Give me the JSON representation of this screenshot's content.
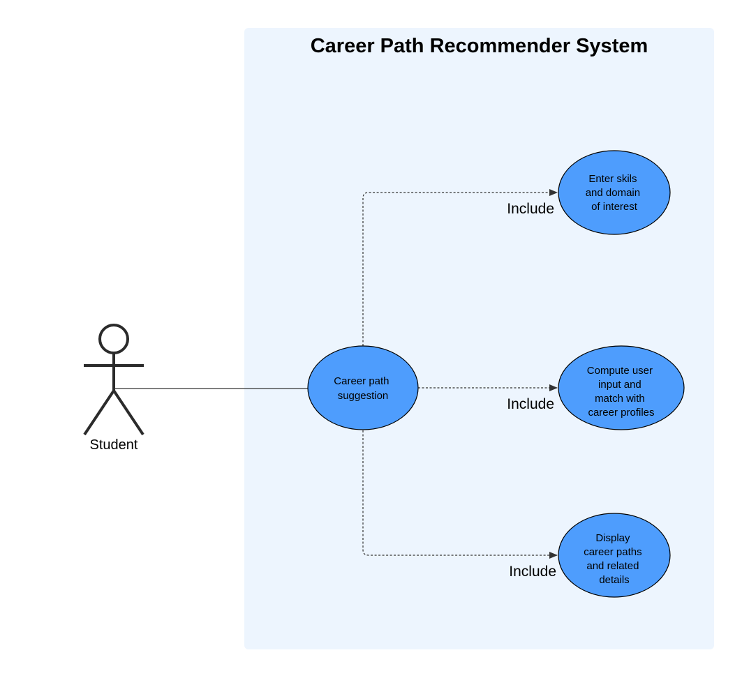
{
  "system": {
    "title": "Career Path Recommender System"
  },
  "actor": {
    "label": "Student"
  },
  "use_cases": {
    "main": {
      "lines": [
        "Career path",
        "suggestion"
      ]
    },
    "enter": {
      "lines": [
        "Enter skils",
        "and domain",
        "of interest"
      ]
    },
    "compute": {
      "lines": [
        "Compute user",
        "input and",
        "match with",
        "career profiles"
      ]
    },
    "display": {
      "lines": [
        "Display",
        "career paths",
        "and related",
        "details"
      ]
    }
  },
  "relations": {
    "include_1": "Include",
    "include_2": "Include",
    "include_3": "Include"
  },
  "colors": {
    "use_case_fill": "#4e9dfd",
    "boundary_fill": "#edf5fe",
    "stroke": "#000000",
    "actor_stroke": "#2b2b2b"
  }
}
